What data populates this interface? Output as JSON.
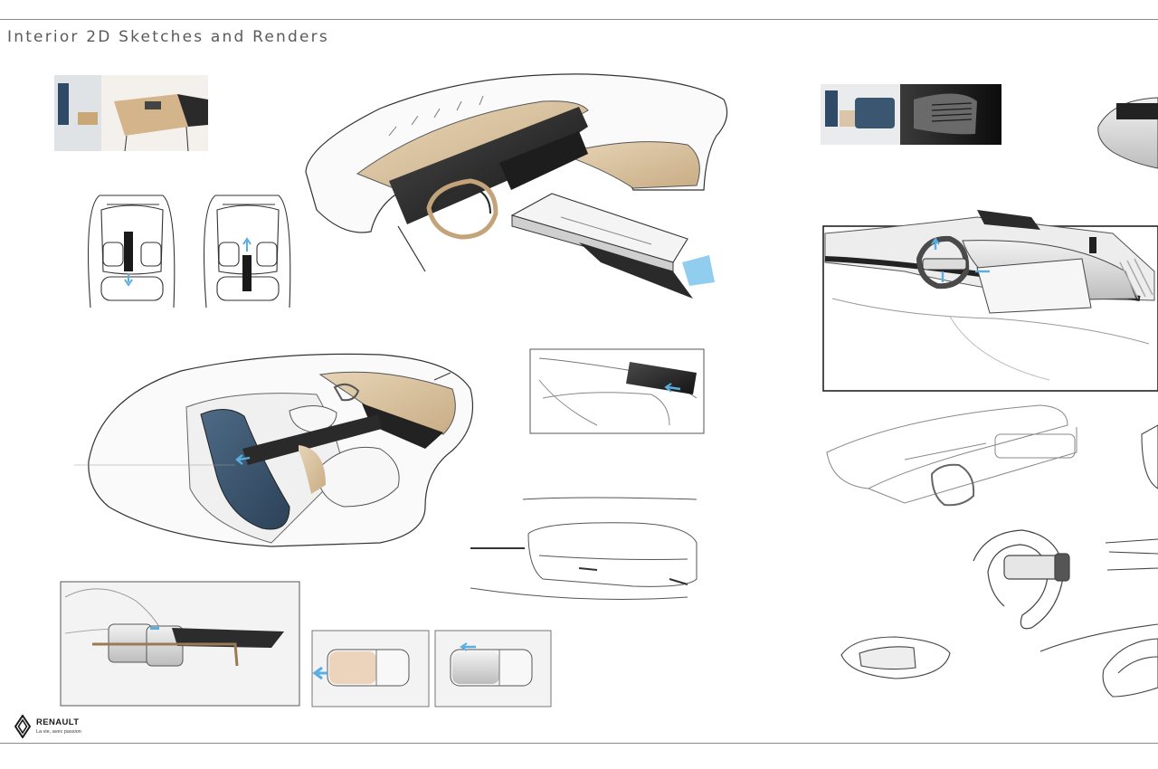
{
  "page": {
    "title": "Interior 2D Sketches and Renders"
  },
  "brand": {
    "name": "RENAULT",
    "tagline": "La vie, avec passion"
  },
  "icons": {
    "logo": "renault-diamond-logo",
    "arrows": "blue-direction-arrow"
  },
  "colors": {
    "rule": "#8c8c8c",
    "title": "#5a5a5a",
    "accent_blue": "#5aaee0",
    "wood": "#d8c2a0",
    "navy_fabric": "#3c5670",
    "dark_panel": "#2a2a2a"
  }
}
